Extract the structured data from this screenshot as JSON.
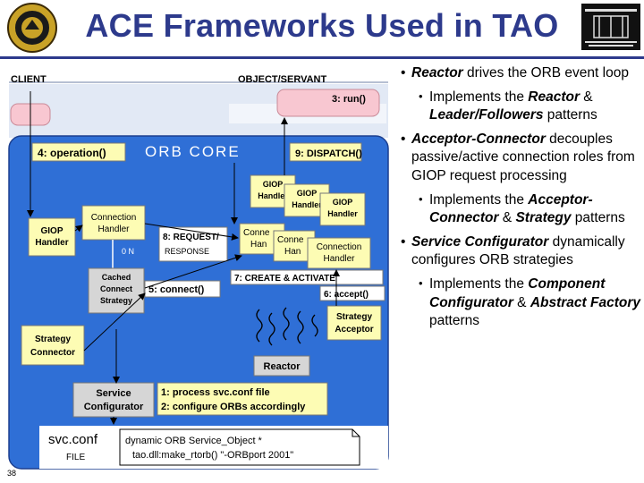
{
  "title": "ACE Frameworks Used in TAO",
  "page_number": "38",
  "diagram": {
    "client_label": "CLIENT",
    "object_servant_label": "OBJECT/SERVANT",
    "run_label": "3: run()",
    "operation_label": "4: operation()",
    "orb_core_label": "ORB CORE",
    "dispatch_label": "9: DISPATCH()",
    "giop_handler": [
      "GIOP",
      "Handler"
    ],
    "giop_stack_1": [
      "GIOP",
      "Handler"
    ],
    "giop_stack_2": [
      "GIOP",
      "Handler"
    ],
    "giop_stack_3": [
      "GIOP",
      "Handler"
    ],
    "connection_handler_left": [
      "Connection",
      "Handler"
    ],
    "on_label": "0 N",
    "request_response_label": [
      "8: REQUEST/",
      "RESPONSE"
    ],
    "conn_stack_1": [
      "Conne",
      "Han"
    ],
    "conn_stack_2": [
      "Conne",
      "Han"
    ],
    "conn_stack_3": [
      "Connection",
      "Handler"
    ],
    "cached_connect_strategy": [
      "Cached",
      "Connect",
      "Strategy"
    ],
    "connect_label": "5: connect()",
    "create_activate_label": "7: CREATE & ACTIVATE",
    "accept_label": "6: accept()",
    "strategy_acceptor": [
      "Strategy",
      "Acceptor"
    ],
    "strategy_connector": [
      "Strategy",
      "Connector"
    ],
    "reactor_label": "Reactor",
    "service_configurator": [
      "Service",
      "Configurator"
    ],
    "step1_label": "1: process svc.conf file",
    "step2_label": "2: configure ORBs accordingly",
    "svc_conf_label": "svc.conf",
    "file_label": "FILE",
    "file_line1": "dynamic ORB Service_Object *",
    "file_line2": "tao.dll:make_rtorb() \"-ORBport 2001\""
  },
  "bullets": [
    {
      "level": 1,
      "parts": [
        {
          "text": "Reactor",
          "bold_italic": true
        },
        {
          "text": " drives the ORB event loop",
          "bold_italic": false
        }
      ]
    },
    {
      "level": 2,
      "parts": [
        {
          "text": "Implements the ",
          "bold_italic": false
        },
        {
          "text": "Reactor",
          "bold_italic": true
        },
        {
          "text": " & ",
          "bold_italic": false
        },
        {
          "text": "Leader/Followers",
          "bold_italic": true
        },
        {
          "text": " patterns",
          "bold_italic": false
        }
      ]
    },
    {
      "level": 1,
      "parts": [
        {
          "text": "Acceptor-Connector",
          "bold_italic": true
        },
        {
          "text": " decouples passive/active connection roles from GIOP request processing",
          "bold_italic": false
        }
      ]
    },
    {
      "level": 2,
      "parts": [
        {
          "text": "Implements the ",
          "bold_italic": false
        },
        {
          "text": "Acceptor-Connector",
          "bold_italic": true
        },
        {
          "text": " & ",
          "bold_italic": false
        },
        {
          "text": "Strategy",
          "bold_italic": true
        },
        {
          "text": " patterns",
          "bold_italic": false
        }
      ]
    },
    {
      "level": 1,
      "parts": [
        {
          "text": "Service Configurator",
          "bold_italic": true
        },
        {
          "text": " dynamically configures ORB strategies",
          "bold_italic": false
        }
      ]
    },
    {
      "level": 2,
      "parts": [
        {
          "text": "Implements the ",
          "bold_italic": false
        },
        {
          "text": "Component Configurator",
          "bold_italic": true
        },
        {
          "text": " & ",
          "bold_italic": false
        },
        {
          "text": "Abstract Factory",
          "bold_italic": true
        },
        {
          "text": " patterns",
          "bold_italic": false
        }
      ]
    }
  ],
  "colors": {
    "title": "#2d3a8c",
    "orb_core_fill": "#2f6fd6",
    "client_servant_bg": "#e2e9f5",
    "pink_box": "#f8c7d1",
    "yellow_box": "#fdfcb4",
    "gray_box": "#d6d6d6"
  }
}
